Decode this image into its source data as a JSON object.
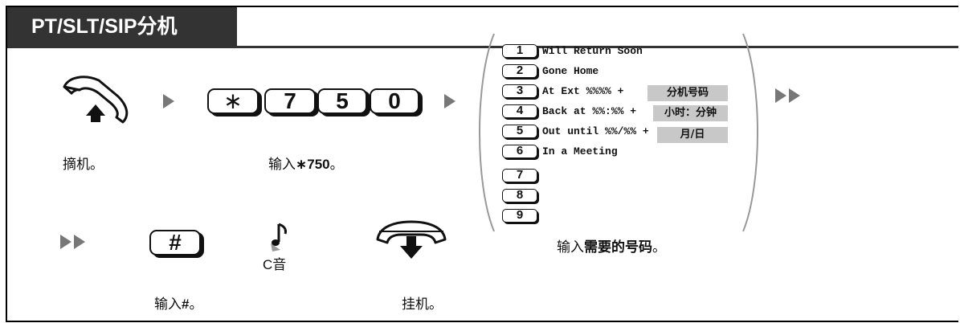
{
  "header": {
    "title": "PT/SLT/SIP分机"
  },
  "step1": {
    "caption": "摘机。"
  },
  "step2": {
    "keys": [
      "∗",
      "7",
      "5",
      "0"
    ],
    "caption_prefix": "输入",
    "caption_code": "∗750",
    "caption_suffix": "。"
  },
  "options": [
    {
      "num": "1",
      "text": "Will Return Soon"
    },
    {
      "num": "2",
      "text": "Gone Home"
    },
    {
      "num": "3",
      "text": "At Ext %%%% +",
      "box": "分机号码"
    },
    {
      "num": "4",
      "text": "Back at %%:%% +",
      "box": "小时：分钟"
    },
    {
      "num": "5",
      "text": "Out until %%/%% +",
      "box": "月/日"
    },
    {
      "num": "6",
      "text": "In a Meeting"
    },
    {
      "num": "7",
      "text": ""
    },
    {
      "num": "8",
      "text": ""
    },
    {
      "num": "9",
      "text": ""
    }
  ],
  "options_caption": {
    "prefix": "输入",
    "bold": "需要的号码",
    "suffix": "。"
  },
  "step4": {
    "key": "#",
    "caption_prefix": "输入",
    "caption_bold": "#",
    "caption_suffix": "。"
  },
  "tone": {
    "label": "C音"
  },
  "step5": {
    "caption": "挂机。"
  },
  "icons": {
    "offhook": "handset-offhook-icon",
    "onhook": "handset-onhook-icon",
    "tone": "music-note-icon",
    "arrow": "arrow-right-icon",
    "double_arrow": "double-arrow-right-icon"
  },
  "colors": {
    "title_bg": "#333333",
    "arrow": "#777777",
    "box_bg": "#c8c8c8"
  }
}
